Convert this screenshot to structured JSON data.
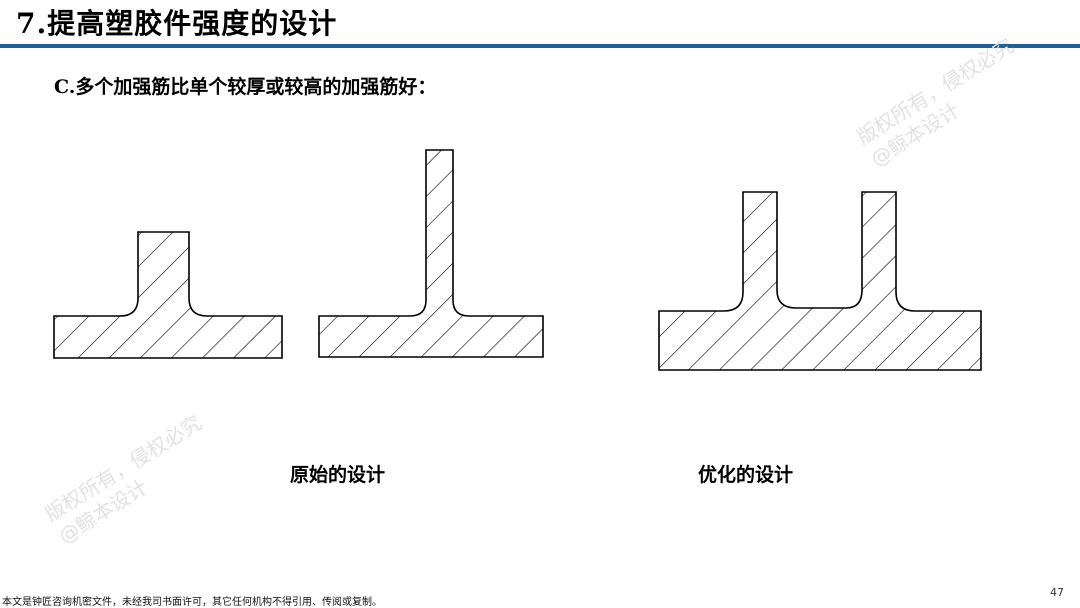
{
  "header": {
    "title": "7.提高塑胶件强度的设计",
    "accent_color": "#1f5f93"
  },
  "subtitle": "C.多个加强筋比单个较厚或较高的加强筋好：",
  "figures": {
    "caption_original": "原始的设计",
    "caption_optimized": "优化的设计",
    "hatch_color": "#000000"
  },
  "watermark": {
    "line1": "版权所有，侵权必究",
    "line2": "@鲸本设计"
  },
  "footer": {
    "note": "本文是钟匠咨询机密文件，未经我司书面许可，其它任何机构不得引用、传阅或复制。",
    "page_number": "47"
  }
}
